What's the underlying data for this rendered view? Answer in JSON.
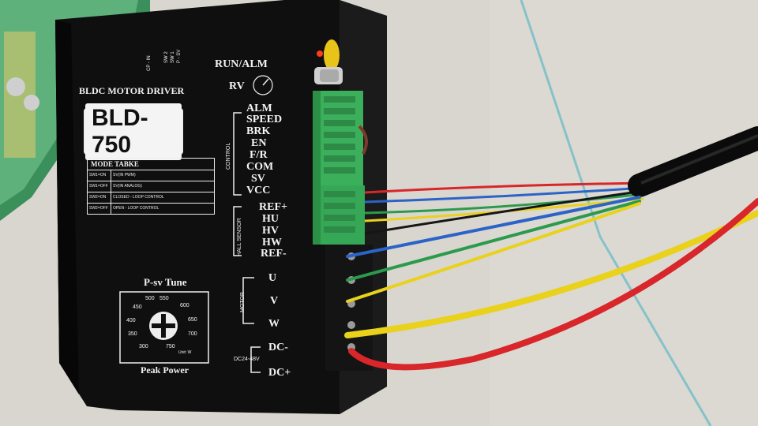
{
  "driver": {
    "header": "BLDC MOTOR DRIVER",
    "model": "BLD-750",
    "run_alm": "RUN/ALM",
    "rv": "RV",
    "top_switches": [
      "CP - IN",
      "SW 2",
      "SW 1",
      "P - SV"
    ],
    "mode_table": {
      "title": "MODE TABKE",
      "rows": [
        {
          "code": "SW1=ON",
          "desc": "SV(IN PWM)"
        },
        {
          "code": "SW1=OFF",
          "desc": "SV(IN ANALOG)"
        },
        {
          "code": "SW2=ON",
          "desc": "CLOSED - LOOP CONTROL"
        },
        {
          "code": "SW2=OFF",
          "desc": "OPEN - LOOP CONTROL"
        }
      ]
    },
    "control": {
      "group": "CONTROL",
      "terminals": [
        "ALM",
        "SPEED",
        "BRK",
        "EN",
        "F/R",
        "COM",
        "SV",
        "VCC"
      ]
    },
    "hall": {
      "group": "HALL SENSOR",
      "terminals": [
        "REF+",
        "HU",
        "HV",
        "HW",
        "REF-"
      ]
    },
    "motor": {
      "group": "MOTOR",
      "terminals": [
        "U",
        "V",
        "W"
      ]
    },
    "power": {
      "group": "DC24-48V",
      "terminals": [
        "DC-",
        "DC+"
      ]
    },
    "tune": {
      "title": "P-sv Tune",
      "dial_values": [
        "500",
        "550",
        "450",
        "600",
        "400",
        "650",
        "350",
        "700",
        "300",
        "750"
      ],
      "unit": "Unit: W",
      "footer": "Peak Power"
    }
  },
  "colors": {
    "wire_red": "#d8262a",
    "wire_yellow": "#e9d11c",
    "wire_green": "#2c9a4c",
    "wire_blue": "#2c63c8",
    "wire_black": "#161616",
    "terminal_green": "#3caf5c",
    "body": "#121212"
  }
}
